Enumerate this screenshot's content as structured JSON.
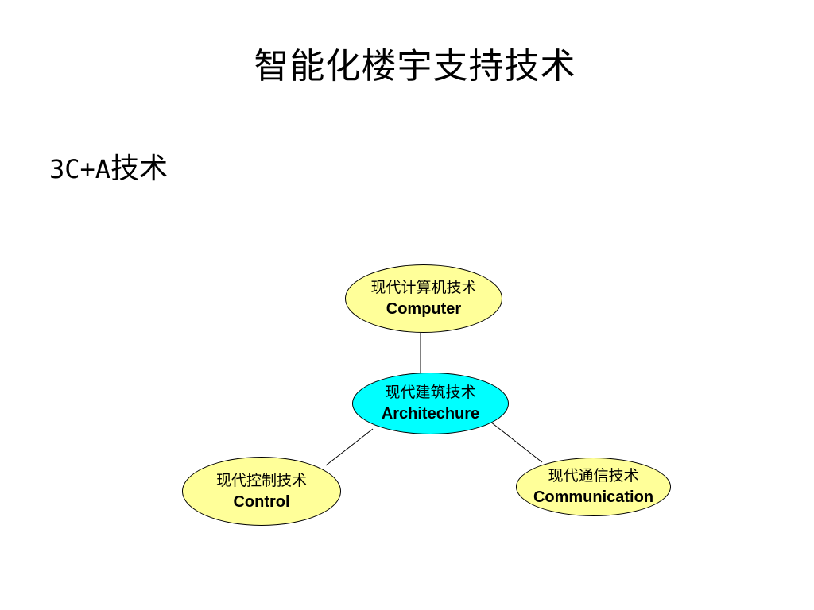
{
  "slide": {
    "title": "智能化楼宇支持技术",
    "subtitle_prefix": "3C+A",
    "subtitle_suffix": "技术"
  },
  "diagram": {
    "center": {
      "label_cn": "现代建筑技术",
      "label_en": "Architechure",
      "fill": "#00ffff"
    },
    "nodes": [
      {
        "id": "computer",
        "label_cn": "现代计算机技术",
        "label_en": "Computer",
        "fill": "#ffff99"
      },
      {
        "id": "control",
        "label_cn": "现代控制技术",
        "label_en": "Control",
        "fill": "#ffff99"
      },
      {
        "id": "communication",
        "label_cn": "现代通信技术",
        "label_en": "Communication",
        "fill": "#ffff99"
      }
    ],
    "connections": [
      {
        "from": "architecture",
        "to": "computer"
      },
      {
        "from": "architecture",
        "to": "control"
      },
      {
        "from": "architecture",
        "to": "communication"
      }
    ]
  }
}
